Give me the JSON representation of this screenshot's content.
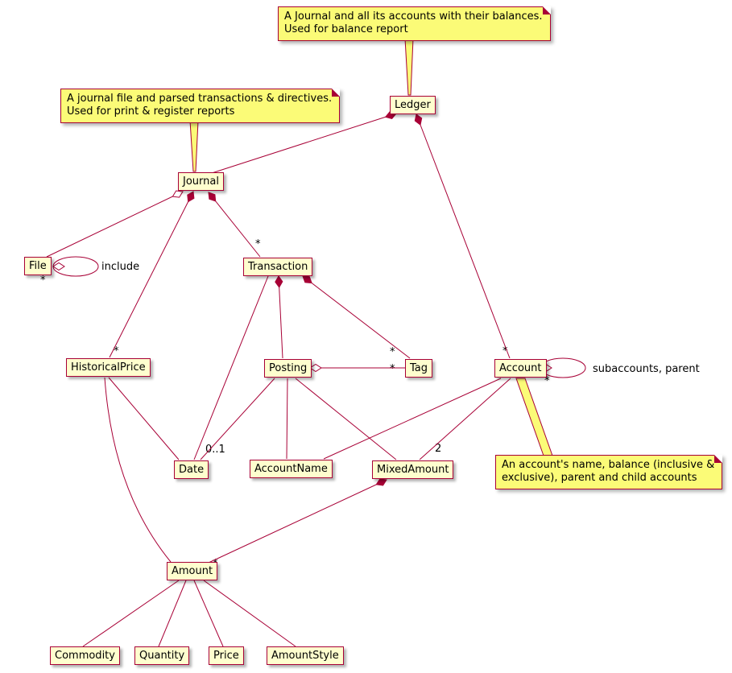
{
  "diagram": {
    "nodes": [
      {
        "label": "Ledger"
      },
      {
        "label": "Journal"
      },
      {
        "label": "File"
      },
      {
        "label": "Transaction"
      },
      {
        "label": "HistoricalPrice"
      },
      {
        "label": "Posting"
      },
      {
        "label": "Tag"
      },
      {
        "label": "Account"
      },
      {
        "label": "Date"
      },
      {
        "label": "AccountName"
      },
      {
        "label": "MixedAmount"
      },
      {
        "label": "Amount"
      },
      {
        "label": "Commodity"
      },
      {
        "label": "Quantity"
      },
      {
        "label": "Price"
      },
      {
        "label": "AmountStyle"
      }
    ],
    "notes": [
      {
        "text": "A Journal and all its accounts with their balances.\nUsed for balance report"
      },
      {
        "text": "A journal file and parsed transactions & directives.\nUsed for print & register reports"
      },
      {
        "text": "An account's name, balance (inclusive &\nexclusive), parent and child accounts"
      }
    ],
    "labels": [
      {
        "text": "include"
      },
      {
        "text": "*"
      },
      {
        "text": "*"
      },
      {
        "text": "*"
      },
      {
        "text": "*"
      },
      {
        "text": "*"
      },
      {
        "text": "*"
      },
      {
        "text": "*"
      },
      {
        "text": "subaccounts, parent"
      },
      {
        "text": "0..1"
      },
      {
        "text": "2"
      },
      {
        "text": "*"
      }
    ],
    "colors": {
      "line": "#A80036",
      "node_fill": "#FEFECE",
      "note_fill": "#FBFB77",
      "text": "#000000"
    }
  }
}
